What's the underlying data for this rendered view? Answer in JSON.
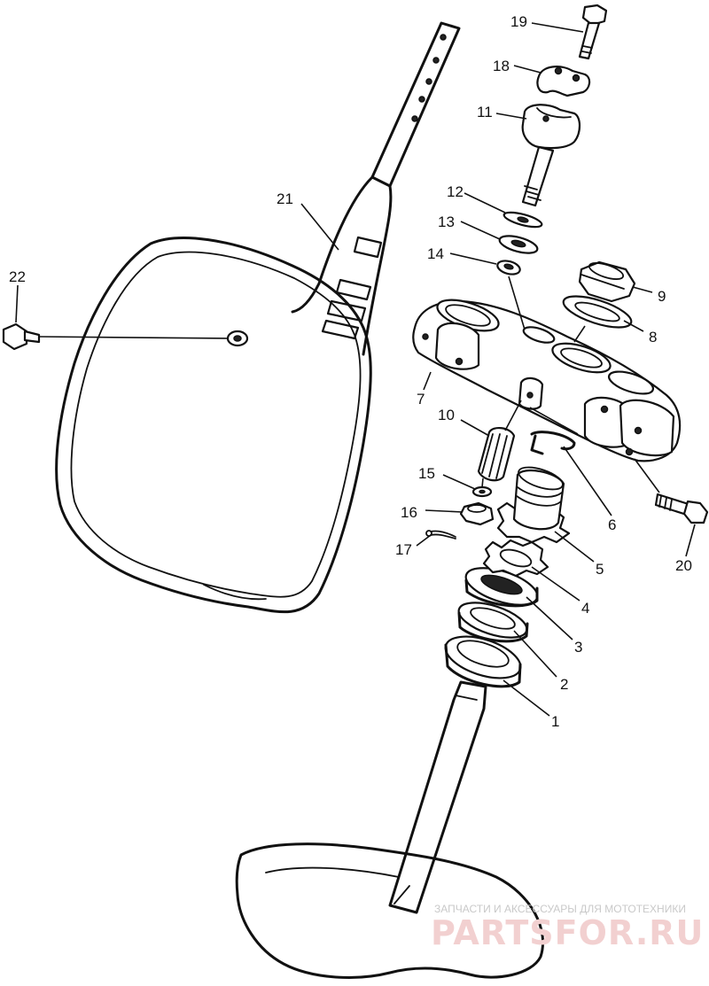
{
  "labels": {
    "p1": "1",
    "p2": "2",
    "p3": "3",
    "p4": "4",
    "p5": "5",
    "p6": "6",
    "p7": "7",
    "p8": "8",
    "p9": "9",
    "p10": "10",
    "p11": "11",
    "p12": "12",
    "p13": "13",
    "p14": "14",
    "p15": "15",
    "p16": "16",
    "p17": "17",
    "p18": "18",
    "p19": "19",
    "p20": "20",
    "p21": "21",
    "p22": "22"
  },
  "watermark": {
    "caption": "ЗАПЧАСТИ И АКСЕССУАРЫ ДЛЯ МОТОТЕХНИКИ",
    "logo": "PARTSFOR.RU"
  }
}
